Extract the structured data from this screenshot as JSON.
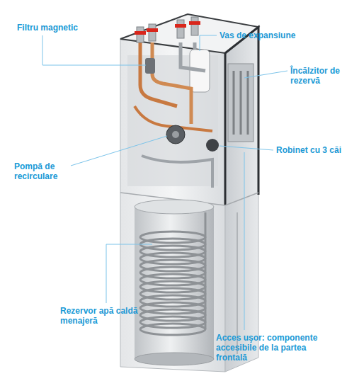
{
  "diagram": {
    "labels": [
      "Filtru magnetic",
      "Vas de expansiune",
      "Încălzitor de rezervă",
      "Robinet cu 3 căi",
      "Pompă de recirculare",
      "Rezervor apă caldă menajeră",
      "Acces uşor: componente accesibile de la partea frontală"
    ]
  }
}
